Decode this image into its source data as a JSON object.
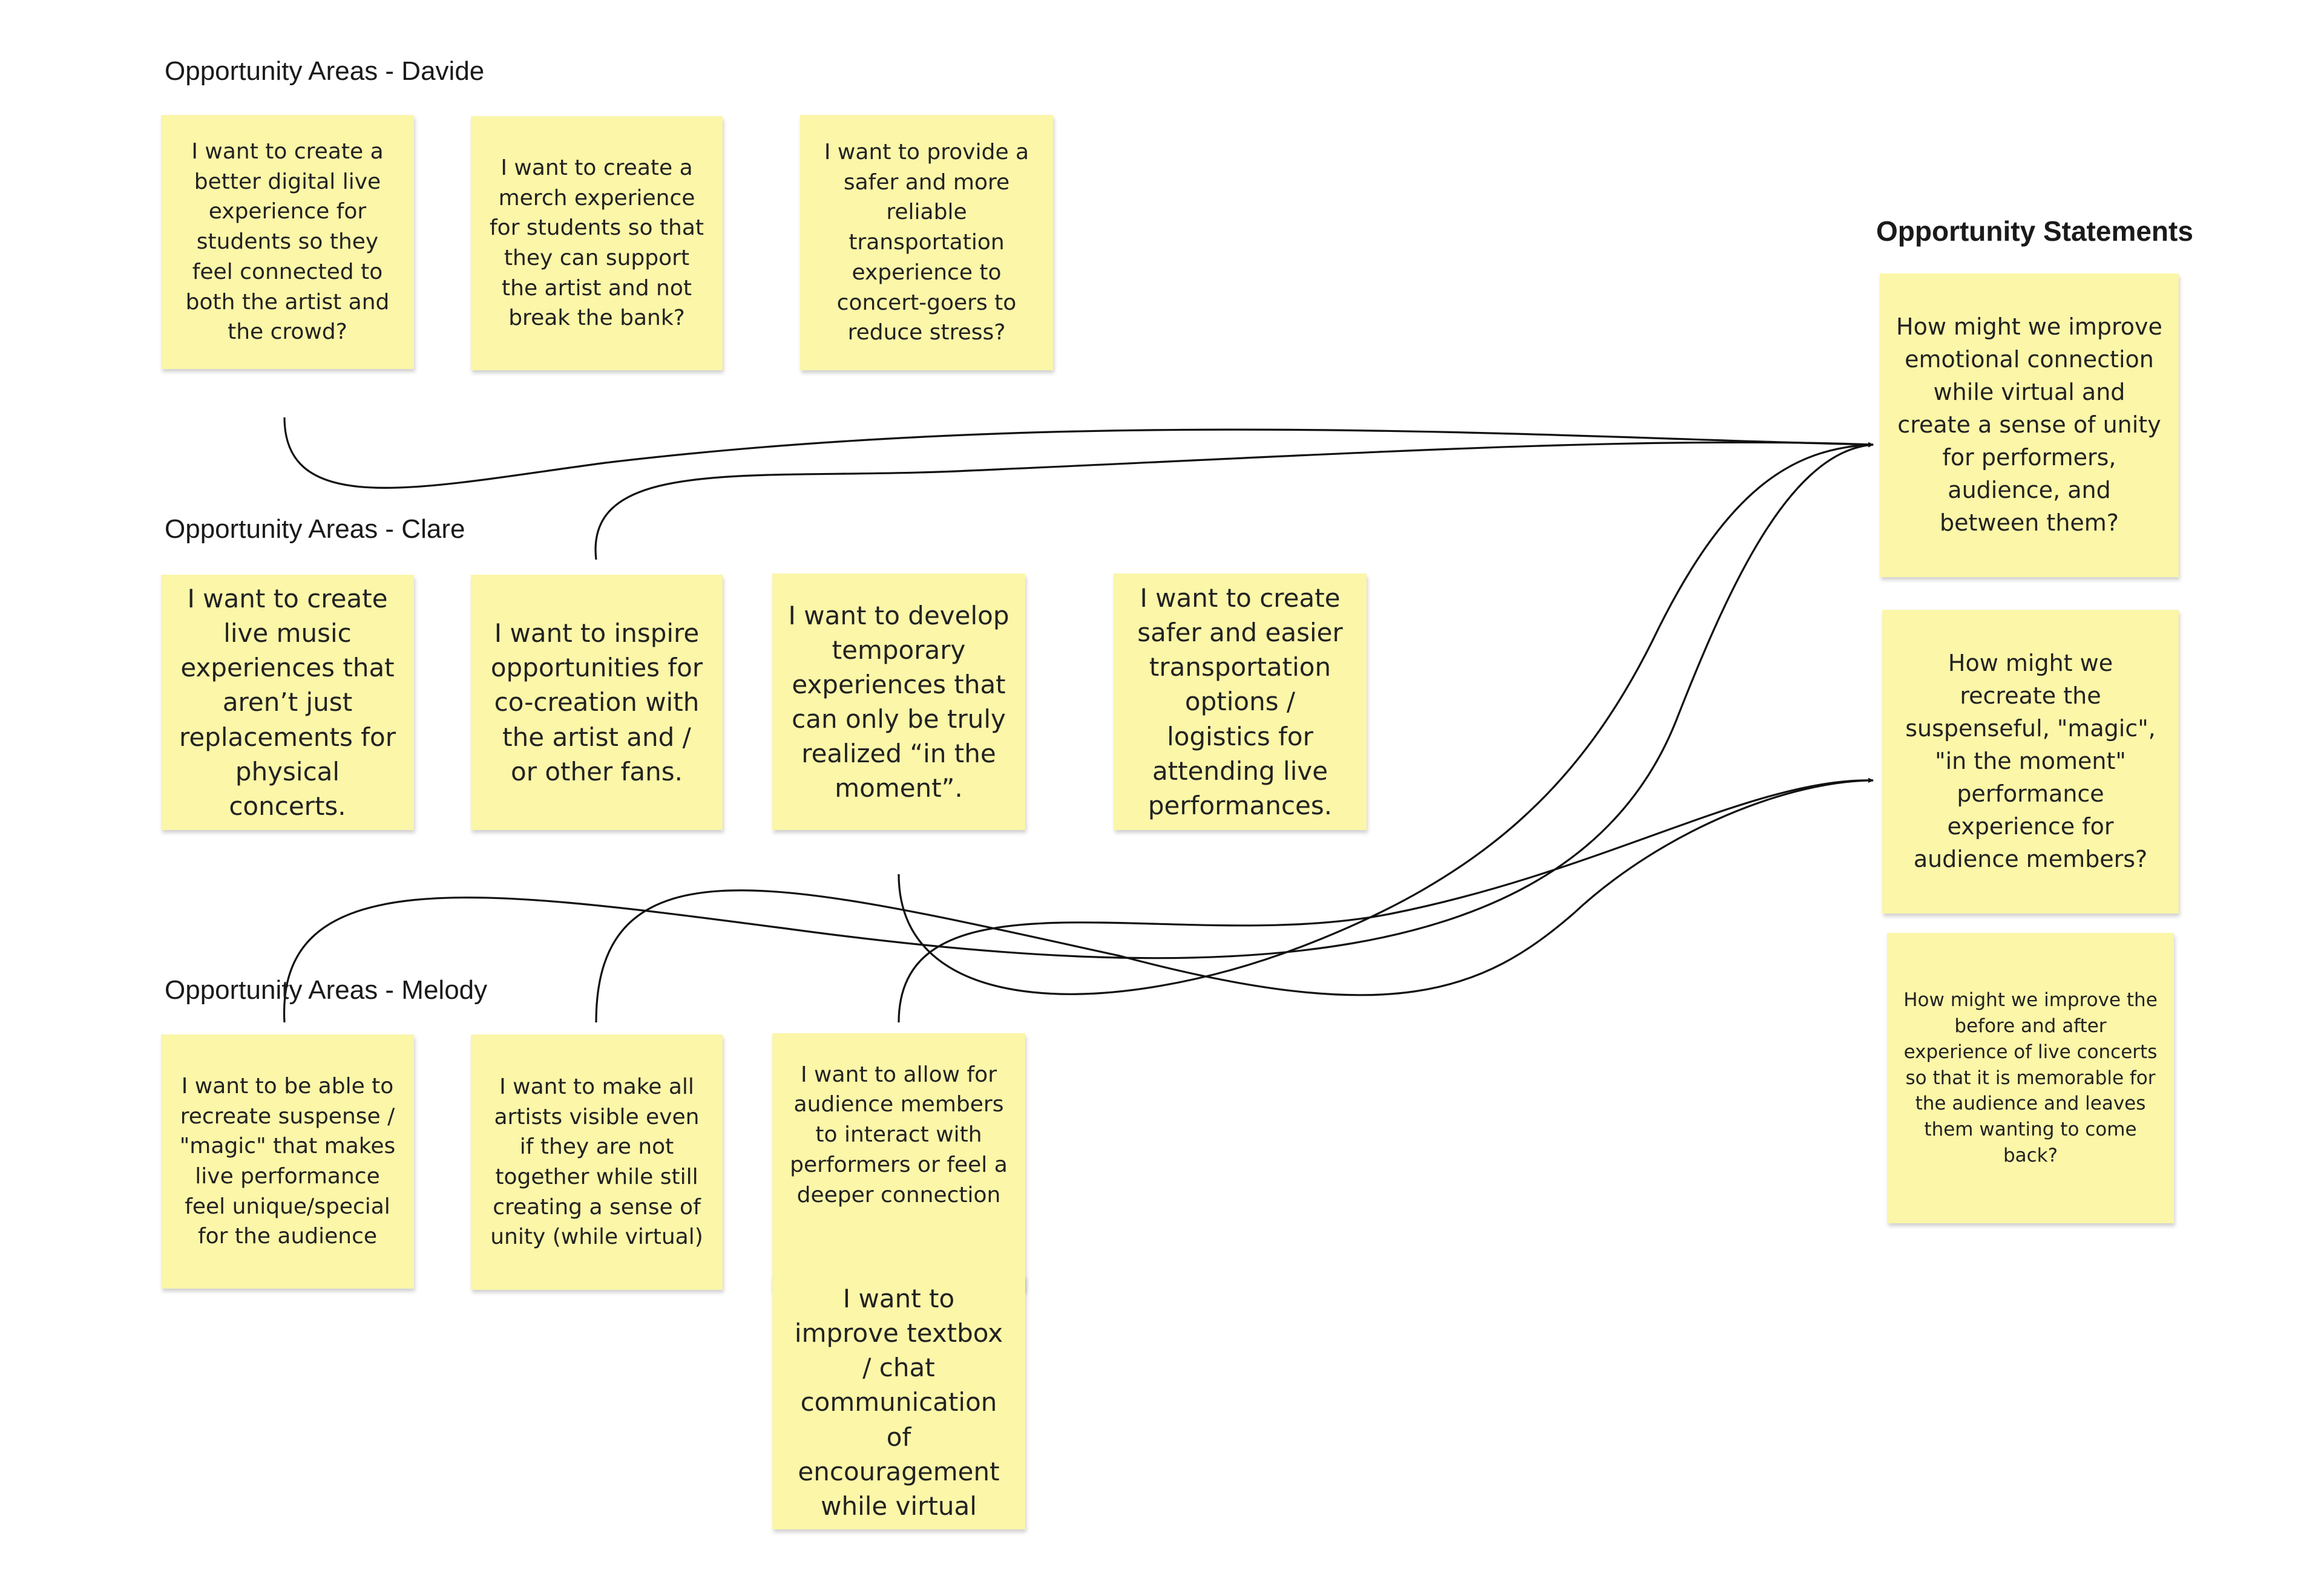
{
  "sections": {
    "davide": "Opportunity Areas - Davide",
    "clare": "Opportunity Areas - Clare",
    "melody": "Opportunity Areas - Melody",
    "statements": "Opportunity Statements"
  },
  "davide_notes": [
    "I want to create a better digital live experience for students so they feel connected to both the artist and the crowd?",
    "I want to create a merch experience for students so that they can support the artist and not break the bank?",
    "I want to provide a safer and more reliable transportation experience to concert-goers to reduce stress?"
  ],
  "clare_notes": [
    "I want to create live music experiences that aren’t just replacements for physical concerts.",
    "I want to inspire opportunities for co-creation with the artist and / or other fans.",
    "I want to develop temporary experiences that can only be truly realized “in the moment”.",
    "I want to create safer and easier transportation options / logistics for attending live performances."
  ],
  "melody_notes": [
    "I want to be able to recreate suspense / \"magic\" that makes live performance feel unique/special for the audience",
    "I want to make  all artists  visible even if they are not together while still creating a sense of unity (while virtual)",
    "I want to allow for audience members to interact with performers or feel a deeper connection",
    "I want to improve textbox / chat communication of encouragement while virtual"
  ],
  "statement_notes": [
    "How might we improve emotional connection while virtual and create a sense of unity for performers, audience, and between them?",
    "How might we recreate the suspenseful, \"magic\", \"in the moment\" performance experience for audience members?",
    "How might we improve the before and after experience of live concerts so that it is memorable for the audience and leaves them wanting to come back?"
  ],
  "colors": {
    "sticky": "#fbf6a8",
    "connector": "#111111",
    "text": "#222222"
  }
}
